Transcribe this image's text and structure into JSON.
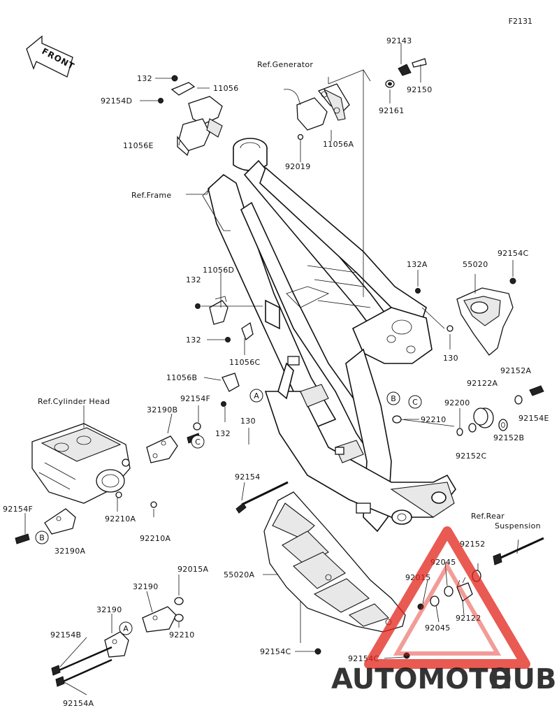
{
  "figure_code": "F2131",
  "front_label": "FRONT",
  "labels": {
    "l92143": "92143",
    "lRefGen": "Ref.Generator",
    "l132a": "132",
    "l11056": "11056",
    "l92154D": "92154D",
    "l92150": "92150",
    "l92161": "92161",
    "l11056E": "11056E",
    "l11056A": "11056A",
    "l92019": "92019",
    "lRefFrame": "Ref.Frame",
    "l11056D": "11056D",
    "l132b": "132",
    "l132A": "132A",
    "l55020": "55020",
    "l92154C_top": "92154C",
    "l132c": "132",
    "l130_right": "130",
    "l11056C": "11056C",
    "l92152A": "92152A",
    "l11056B": "11056B",
    "l92122A": "92122A",
    "l92154E": "92154E",
    "lRefCyl": "Ref.Cylinder Head",
    "l32190B": "32190B",
    "l92154F_top": "92154F",
    "l92200": "92200",
    "l132d": "132",
    "l130_mid": "130",
    "l92210_mid": "92210",
    "l92152B": "92152B",
    "l92152C": "92152C",
    "l92154": "92154",
    "lRefRear1": "Ref.Rear",
    "lRefRear2": "Suspension",
    "l92154F_left": "92154F",
    "l92210A_a": "92210A",
    "l92210A_b": "92210A",
    "l32190A": "32190A",
    "l92152": "92152",
    "l92045_top": "92045",
    "l92015": "92015",
    "l92122": "92122",
    "l92045_bot": "92045",
    "l55020A": "55020A",
    "l92015A": "92015A",
    "l32190_a": "32190",
    "l32190_b": "32190",
    "l92210_low": "92210",
    "l92154B": "92154B",
    "l92154C_low1": "92154C",
    "l92154C_low2": "92154C",
    "l92154A": "92154A"
  },
  "callouts": {
    "a1": "A",
    "a2": "A",
    "b1": "B",
    "b2": "B",
    "c1": "C",
    "c2": "C"
  },
  "watermark": {
    "part1": "AUTOMOTO",
    "part2": "HUB",
    "color1": "#f5a623",
    "color2": "#555555",
    "triangle_color": "#e2231a"
  }
}
